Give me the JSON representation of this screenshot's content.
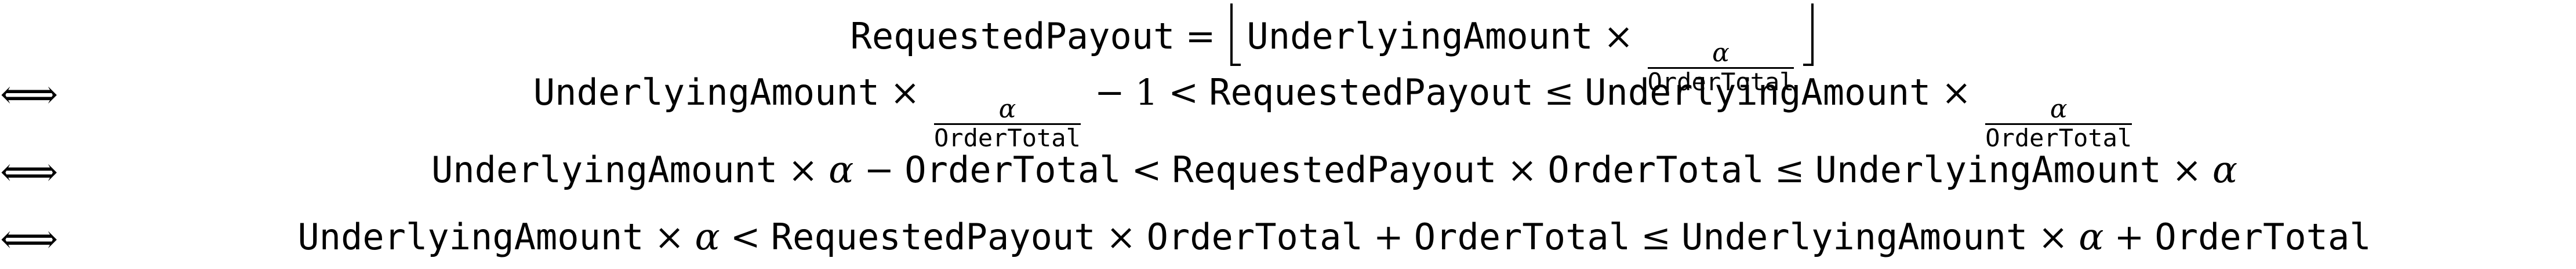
{
  "symbols": {
    "iff": "⟺",
    "times": "×",
    "equals": "=",
    "minus": "−",
    "plus": "+",
    "lt": "<",
    "le": "≤",
    "alpha": "α",
    "one": "1"
  },
  "terms": {
    "requested_payout": "RequestedPayout",
    "underlying_amount": "UnderlyingAmount",
    "order_total": "OrderTotal"
  }
}
